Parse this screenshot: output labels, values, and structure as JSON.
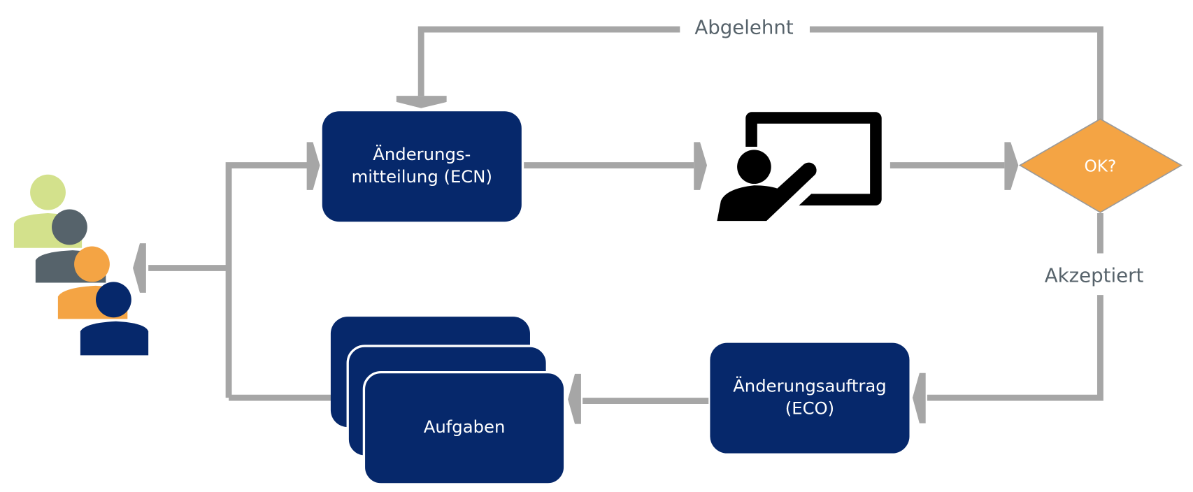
{
  "diagram": {
    "nodes": {
      "ecn": {
        "label_line1": "Änderungs-",
        "label_line2": "mitteilung (ECN)"
      },
      "review": {
        "icon": "presentation-icon"
      },
      "decision": {
        "label": "OK?"
      },
      "eco": {
        "label_line1": "Änderungsauftrag",
        "label_line2": "(ECO)"
      },
      "tasks": {
        "label": "Aufgaben"
      },
      "stakeholders": {
        "icon": "people-group-icon"
      }
    },
    "edges": {
      "rejected_label": "Abgelehnt",
      "accepted_label": "Akzeptiert"
    },
    "colors": {
      "box": "#06286b",
      "connector": "#a6a6a6",
      "decision": "#f4a444",
      "label_text": "#57636b",
      "person_green": "#d3e18c",
      "person_gray": "#56636b",
      "person_orange": "#f4a444",
      "person_navy": "#06286b"
    }
  }
}
